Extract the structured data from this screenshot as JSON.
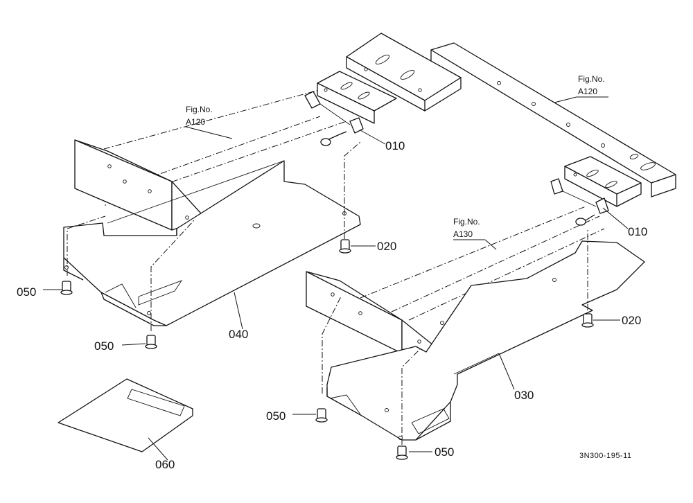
{
  "figure_refs": {
    "a120_left": {
      "line1": "Fig.No.",
      "line2": "A120"
    },
    "a120_right": {
      "line1": "Fig.No.",
      "line2": "A120"
    },
    "a130": {
      "line1": "Fig.No.",
      "line2": "A130"
    }
  },
  "part_labels": {
    "p010_top": "010",
    "p010_right": "010",
    "p020_center": "020",
    "p020_right": "020",
    "p030": "030",
    "p040": "040",
    "p050_left": "050",
    "p050_bottom_left": "050",
    "p050_center": "050",
    "p050_bottom_center": "050",
    "p060": "060"
  },
  "drawing_code": "3N300-195-11"
}
